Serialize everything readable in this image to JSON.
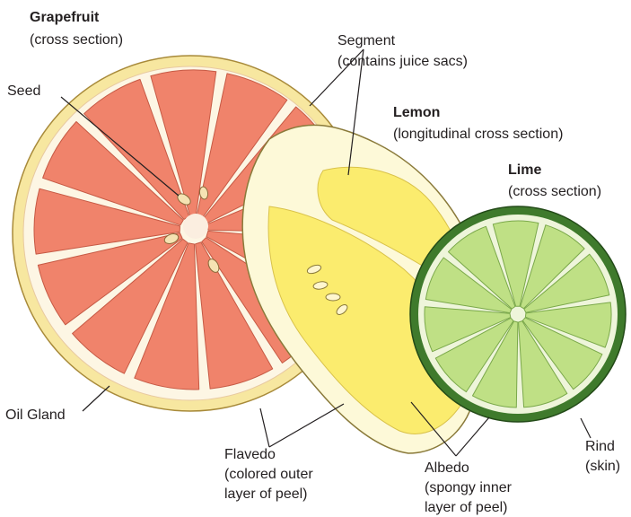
{
  "grapefruit": {
    "title": "Grapefruit",
    "subtitle": "(cross section)"
  },
  "lemon": {
    "title": "Lemon",
    "subtitle": "(longitudinal cross section)"
  },
  "lime": {
    "title": "Lime",
    "subtitle": "(cross section)"
  },
  "labels": {
    "segment_line1": "Segment",
    "segment_line2": "(contains juice sacs)",
    "seed": "Seed",
    "oil_gland": "Oil Gland",
    "flavedo_line1": "Flavedo",
    "flavedo_line2": "(colored outer",
    "flavedo_line3": "layer of peel)",
    "albedo_line1": "Albedo",
    "albedo_line2": "(spongy inner",
    "albedo_line3": "layer of peel)",
    "rind_line1": "Rind",
    "rind_line2": "(skin)"
  },
  "colors": {
    "grapefruit_flesh": "#f0836b",
    "grapefruit_peel": "#f7e7a0",
    "lemon_flesh": "#fbec6e",
    "lemon_peel": "#fdf9d8",
    "lime_flesh": "#bfe085",
    "lime_rind": "#3f7a2c"
  }
}
